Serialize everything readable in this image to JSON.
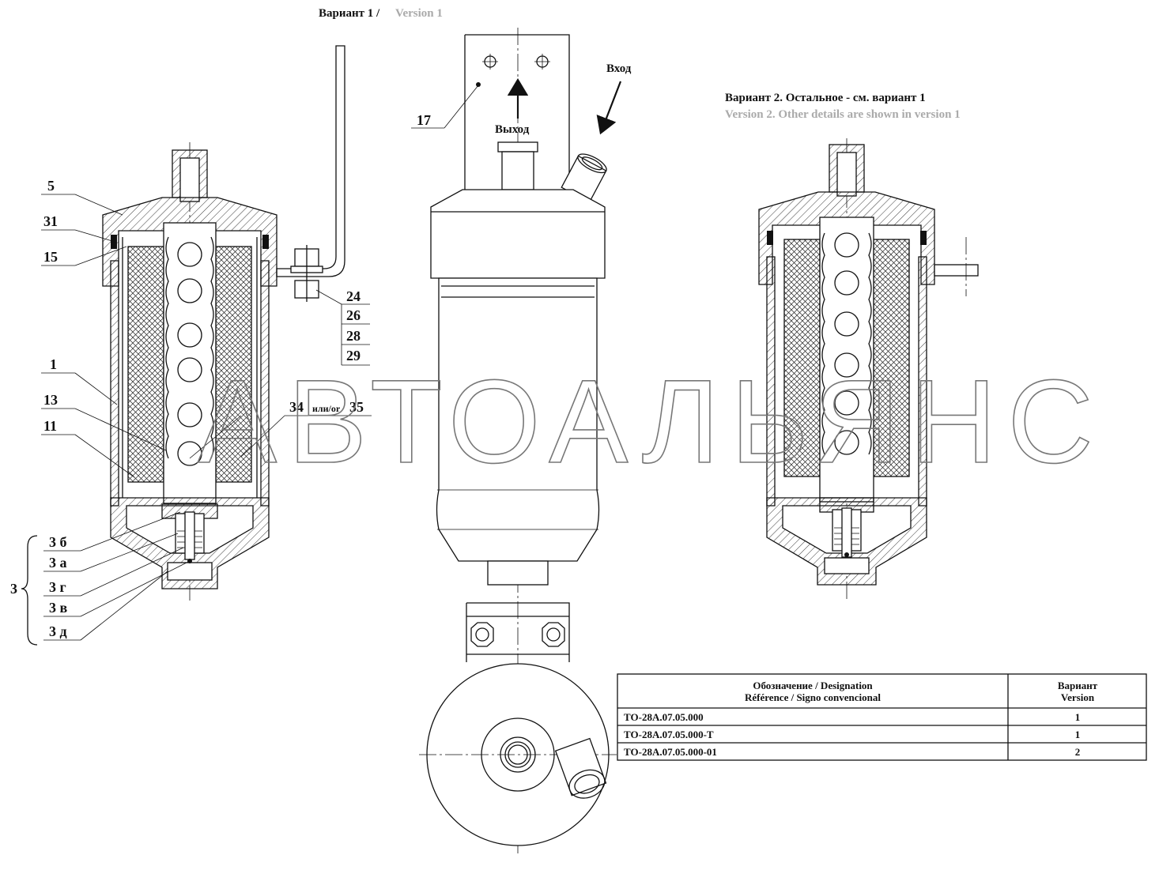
{
  "header": {
    "variant1_ru": "Вариант 1 /",
    "variant1_en": "Version 1",
    "variant2_ru": "Вариант 2. Остальное - см. вариант 1",
    "variant2_en": "Version 2. Other details are shown in version 1"
  },
  "flow": {
    "inlet": "Вход",
    "outlet": "Выход"
  },
  "callouts": {
    "c17": "17",
    "c5": "5",
    "c31": "31",
    "c15": "15",
    "c1": "1",
    "c13": "13",
    "c11": "11",
    "c24": "24",
    "c26": "26",
    "c28": "28",
    "c29": "29",
    "c34": "34",
    "c34_or": "или/or",
    "c35": "35",
    "group3": "3",
    "c3b": "3 б",
    "c3a": "3 а",
    "c3g": "3 г",
    "c3v": "3 в",
    "c3d": "3 д"
  },
  "watermark": "АВТОАЛЬЯНС",
  "table": {
    "col1_line1": "Обозначение / Designation",
    "col1_line2": "Référence / Signo convencional",
    "col2_line1": "Вариант",
    "col2_line2": "Version",
    "rows": [
      {
        "designation": "ТО-28А.07.05.000",
        "version": "1"
      },
      {
        "designation": "ТО-28А.07.05.000-Т",
        "version": "1"
      },
      {
        "designation": "ТО-28А.07.05.000-01",
        "version": "2"
      }
    ]
  }
}
